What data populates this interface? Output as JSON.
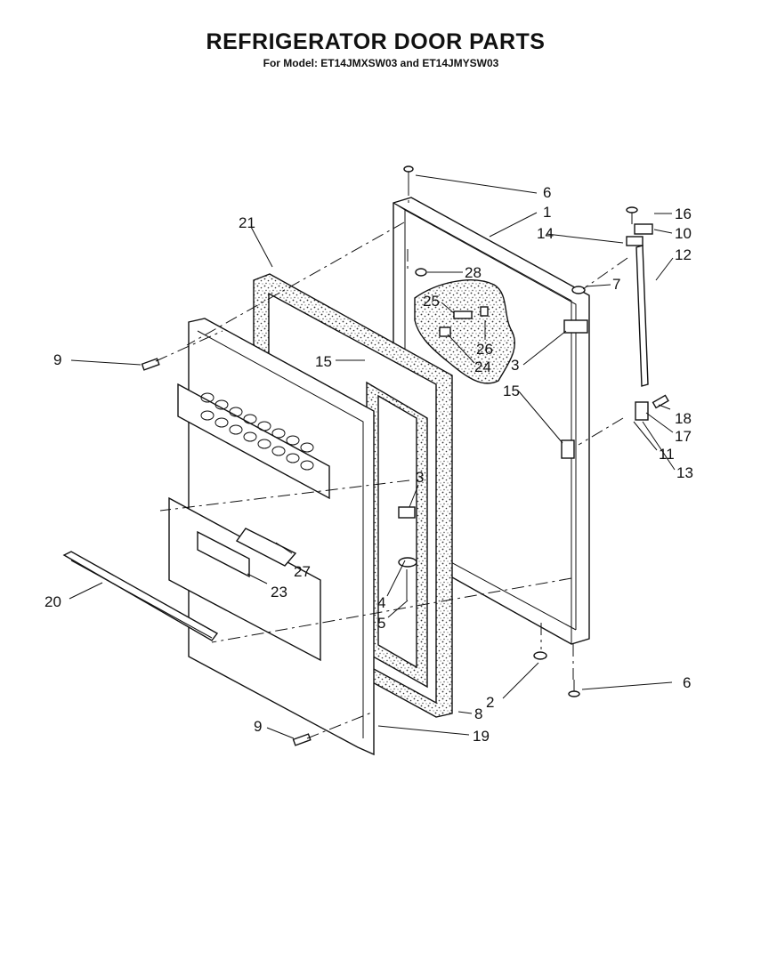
{
  "title": "REFRIGERATOR DOOR PARTS",
  "subtitle": "For Model: ET14JMXSW03 and ET14JMYSW03",
  "callouts": {
    "c1": "1",
    "c2": "2",
    "c3a": "3",
    "c3b": "3",
    "c4": "4",
    "c5": "5",
    "c6a": "6",
    "c6b": "6",
    "c7": "7",
    "c8": "8",
    "c9a": "9",
    "c9b": "9",
    "c10": "10",
    "c11": "11",
    "c12": "12",
    "c13": "13",
    "c14": "14",
    "c15a": "15",
    "c15b": "15",
    "c16": "16",
    "c17": "17",
    "c18": "18",
    "c19": "19",
    "c20": "20",
    "c21": "21",
    "c23": "23",
    "c24": "24",
    "c25": "25",
    "c26": "26",
    "c27": "27",
    "c28": "28"
  }
}
